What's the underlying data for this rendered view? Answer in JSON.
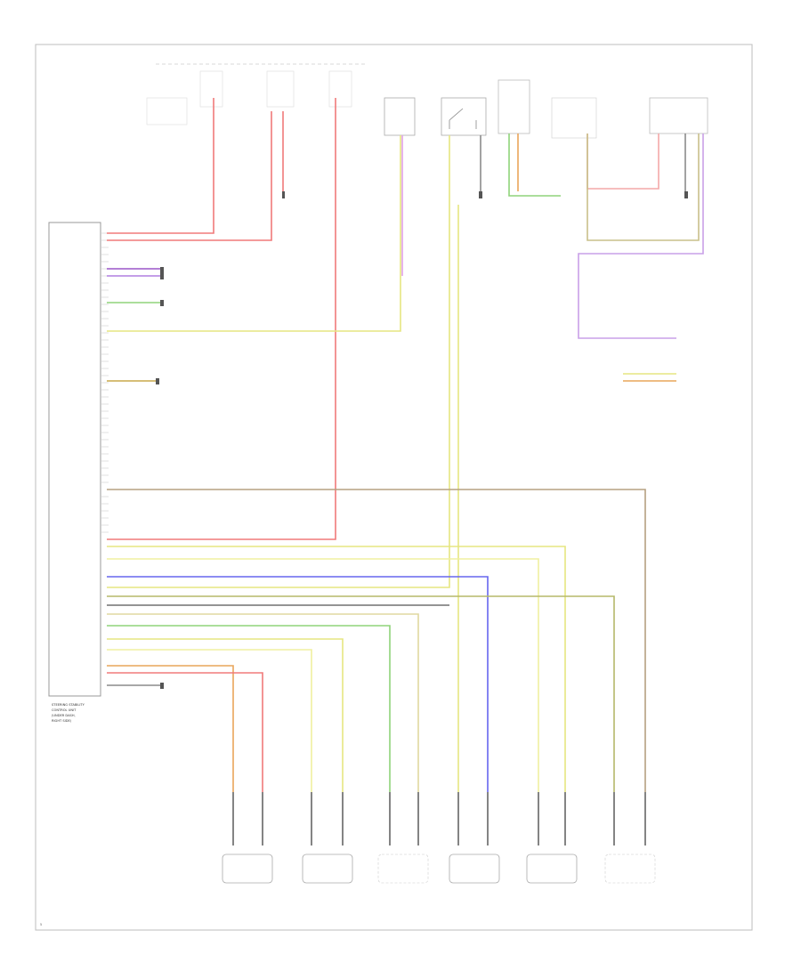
{
  "module": {
    "label_lines": [
      "STEERING STABILITY",
      "CONTROL UNIT",
      "(UNDER DASH,",
      "RIGHT SIDE)"
    ]
  },
  "page_number": "5",
  "colors": {
    "red": "#f07a7a",
    "purple": "#9a55c8",
    "violet": "#c9a0e8",
    "yellow": "#e6e680",
    "brown": "#b07e5a",
    "orange": "#e9a55a",
    "green": "#8fd37a",
    "blue": "#6666ee",
    "gray": "#8a8a8a",
    "tan": "#c9c08a",
    "olive": "#b5b86a",
    "pink": "#f3a8a8"
  }
}
